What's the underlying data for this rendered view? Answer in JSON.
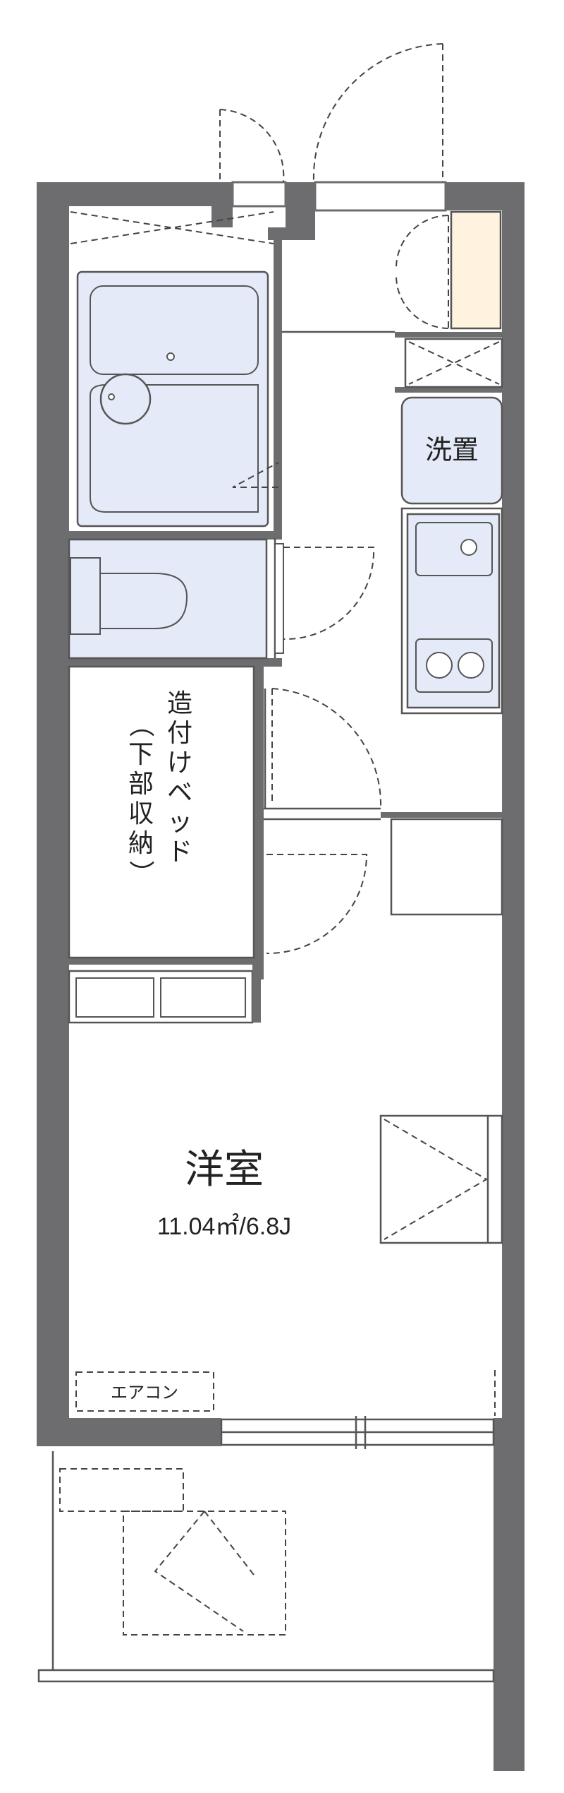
{
  "rooms": {
    "western_room": {
      "label": "洋室",
      "area": "11.04㎡/6.8J"
    },
    "built_in_bed": {
      "label_chars": [
        "造",
        "付",
        "け",
        "ベ",
        "ッ",
        "ド"
      ],
      "sub_chars": [
        "（",
        "下",
        "部",
        "収",
        "納",
        "）"
      ]
    },
    "laundry": {
      "label": "洗置"
    },
    "aircon": {
      "label": "エアコン"
    }
  },
  "colors": {
    "wall": "#6d6d6f",
    "fixture_fill": "#e4eaf7",
    "shoe_cabinet": "#fff3e0"
  }
}
